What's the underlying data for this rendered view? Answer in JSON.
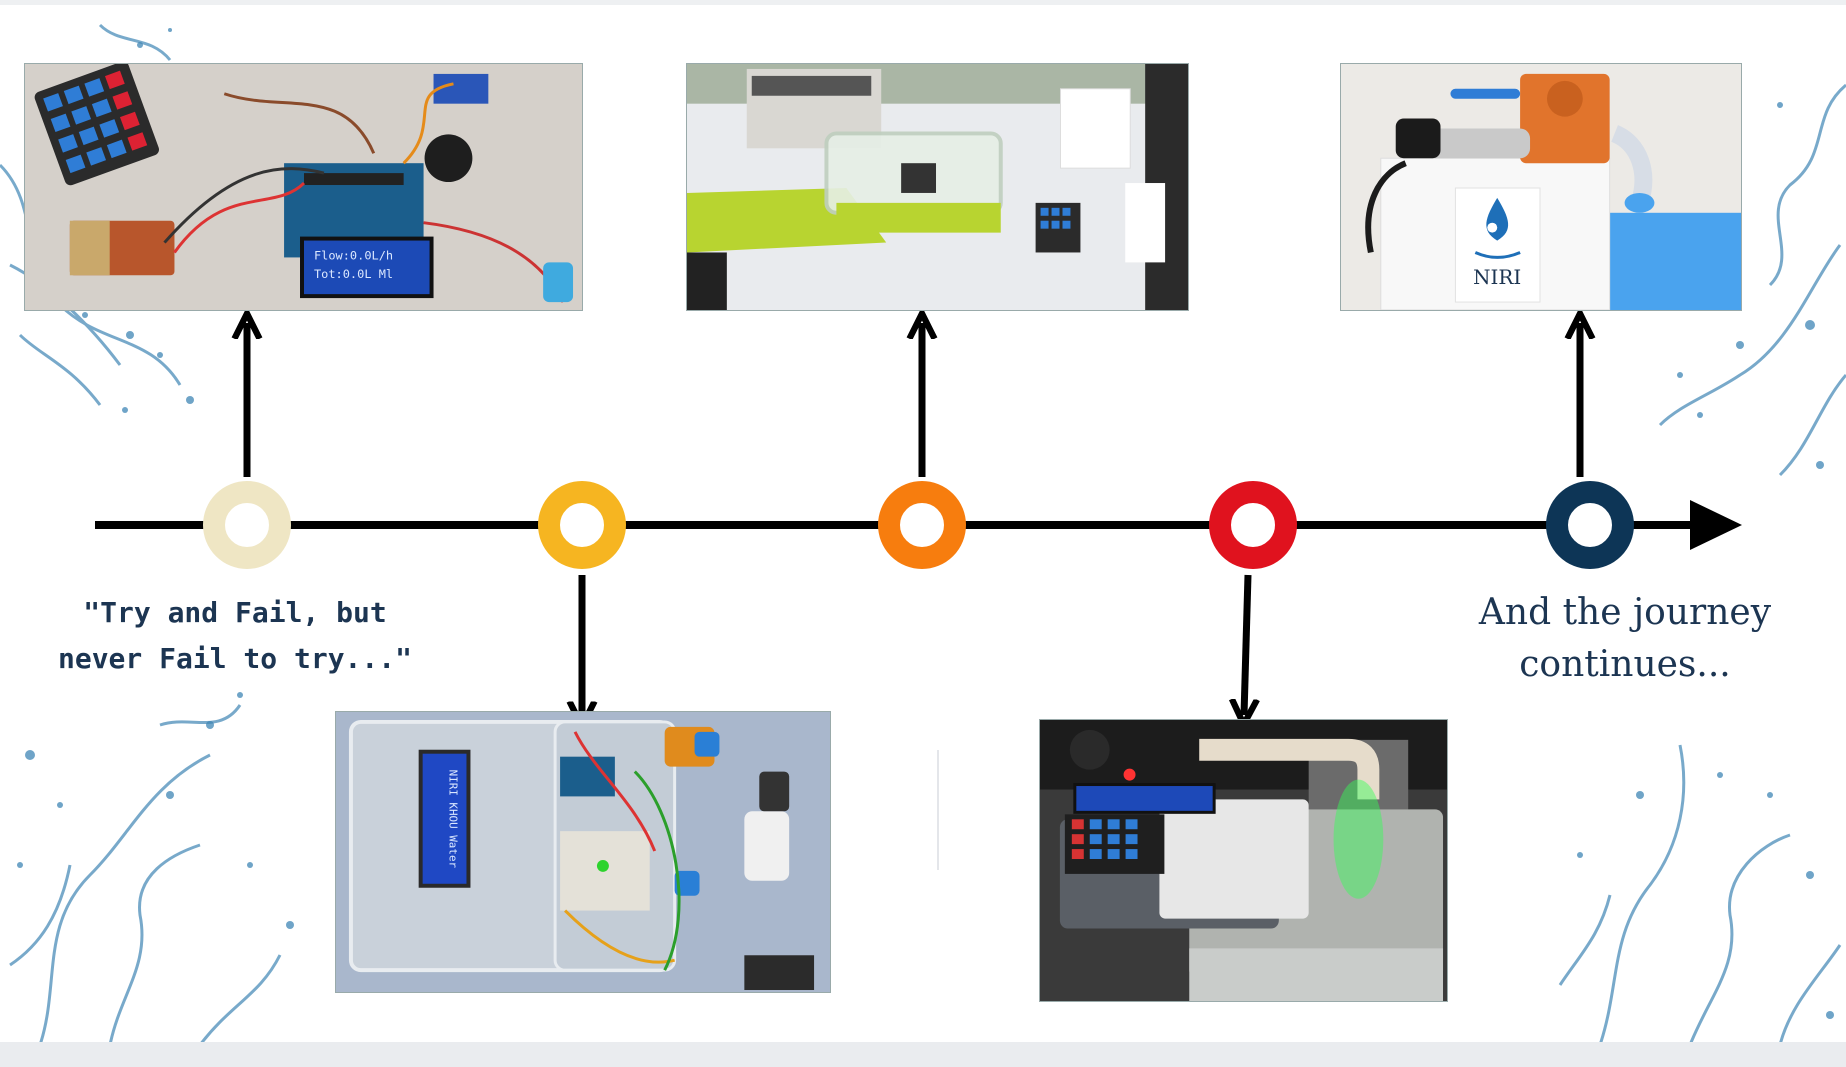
{
  "slide": {
    "quote_line1": "\"Try and Fail, but",
    "quote_line2": "never Fail to try...\"",
    "ending_line1": "And the journey",
    "ending_line2": "continues..."
  },
  "milestones": [
    {
      "name": "milestone-1",
      "color": "#efe6c4",
      "photo_position": "above"
    },
    {
      "name": "milestone-2",
      "color": "#f6b521",
      "photo_position": "below"
    },
    {
      "name": "milestone-3",
      "color": "#f77d0e",
      "photo_position": "above"
    },
    {
      "name": "milestone-4",
      "color": "#e0121e",
      "photo_position": "below"
    },
    {
      "name": "milestone-5",
      "color": "#0d3556",
      "photo_position": "above"
    }
  ],
  "photos": {
    "photo1": {
      "lcd_line1": "Flow:0.0L/h",
      "lcd_line2": "Tot:0.0L Ml"
    },
    "photo2": {
      "lcd_text": "NIRI KHOU Water"
    },
    "photo5": {
      "logo_text": "NIRI"
    }
  },
  "colors": {
    "text": "#1c3552",
    "axis": "#000000",
    "water": "#3f86b5"
  }
}
